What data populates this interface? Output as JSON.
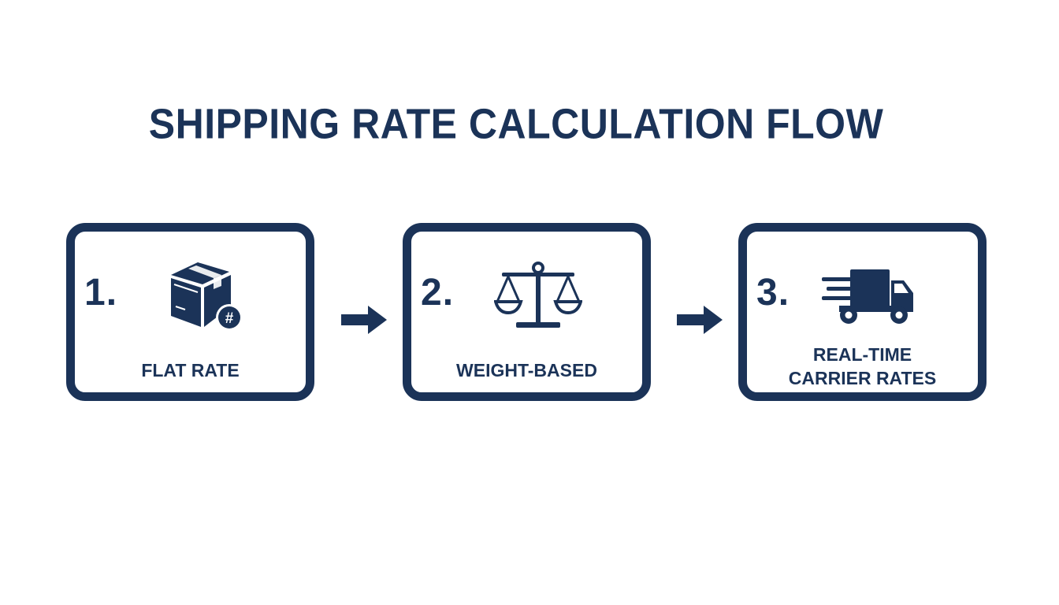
{
  "title": "SHIPPING RATE CALCULATION FLOW",
  "colors": {
    "primary": "#1b3358",
    "background": "#ffffff"
  },
  "steps": [
    {
      "number": "1.",
      "label_lines": [
        "FLAT RATE"
      ],
      "icon": "package-hash-icon"
    },
    {
      "number": "2.",
      "label_lines": [
        "WEIGHT-BASED"
      ],
      "icon": "balance-scale-icon"
    },
    {
      "number": "3.",
      "label_lines": [
        "REAL-TIME",
        "CARRIER RATES"
      ],
      "icon": "delivery-truck-icon"
    }
  ],
  "connectors": [
    "arrow-right-icon",
    "arrow-right-icon"
  ]
}
